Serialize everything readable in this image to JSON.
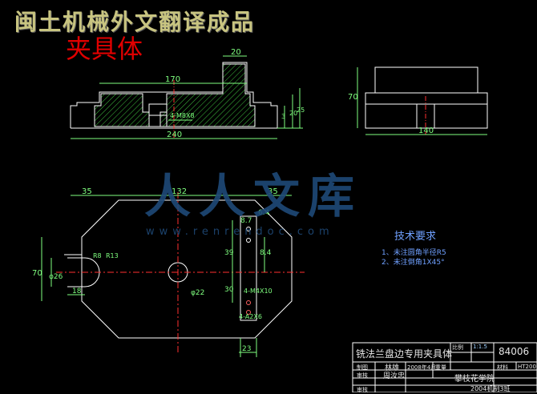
{
  "banner": "闽土机械外文翻译成品",
  "subtitle": "夹具体",
  "watermark": {
    "brand": "人人文库",
    "url": "www.renrendoc.com"
  },
  "top_view": {
    "dims": [
      "20",
      "170",
      "240",
      "4-M8X8",
      "3",
      "20",
      "25"
    ]
  },
  "side_view": {
    "dims": [
      "70",
      "140"
    ]
  },
  "plan_view": {
    "dims": [
      "35",
      "132",
      "35",
      "R13",
      "R8",
      "φ26",
      "70",
      "18",
      "8.7",
      "6.4",
      "39",
      "8.4",
      "30",
      "φ22",
      "4-M4X10",
      "4-A2X6",
      "23"
    ]
  },
  "tech_req": {
    "title": "技术要求",
    "items": [
      "1、未注圆角半径R5",
      "2、未注倒角1X45°"
    ]
  },
  "title_block": {
    "name": "铣法兰盘边专用夹具体",
    "labels": {
      "scale": "比例",
      "material": "材料",
      "draw": "制图",
      "check": "审核",
      "weight": "重量",
      "audit": "审核"
    },
    "scale": "1:1.5",
    "code": "84006",
    "material": "HT200",
    "drawer": "林雄",
    "date": "2008年4月",
    "checker": "周汝忠",
    "school": "攀枝花学院",
    "class": "2004机制3班"
  }
}
